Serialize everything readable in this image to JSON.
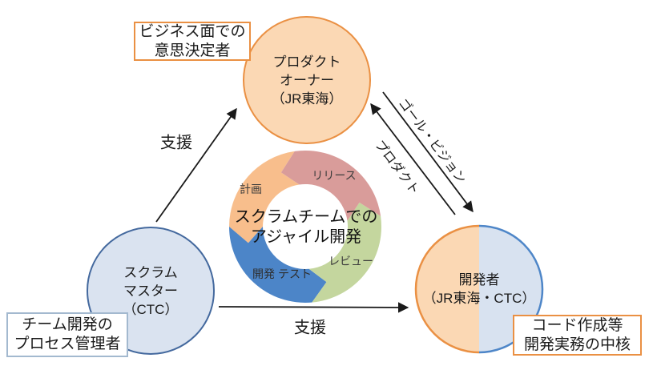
{
  "nodes": {
    "product_owner": {
      "lines": [
        "プロダクト",
        "オーナー",
        "（JR東海）"
      ]
    },
    "scrum_master": {
      "lines": [
        "スクラム",
        "マスター",
        "（CTC）"
      ]
    },
    "developer": {
      "lines": [
        "開発者",
        "（JR東海・CTC）"
      ]
    }
  },
  "callouts": {
    "business_decision": {
      "lines": [
        "ビジネス面での",
        "意思決定者"
      ]
    },
    "team_process": {
      "lines": [
        "チーム開発の",
        "プロセス管理者"
      ]
    },
    "code_core": {
      "lines": [
        "コード作成等",
        "開発実務の中核"
      ]
    }
  },
  "cycle": {
    "center_lines": [
      "スクラムチームでの",
      "アジャイル開発"
    ],
    "segments": [
      {
        "name": "plan",
        "label": "計画",
        "color": "#F8BE8C"
      },
      {
        "name": "release",
        "label": "リリース",
        "color": "#D99C9A"
      },
      {
        "name": "review",
        "label": "レビュー",
        "color": "#C4D69E"
      },
      {
        "name": "dev-test",
        "label": "開発 テスト",
        "color": "#4C85C8"
      }
    ]
  },
  "arrows": {
    "support_to_po": "支援",
    "support_to_dev": "支援",
    "goal_vision": "ゴール・ビジョン",
    "product": "プロダクト"
  },
  "colors": {
    "orange_border": "#EA9043",
    "orange_fill": "#FBD8B4",
    "blue_border": "#44699E",
    "blue_fill": "#DAE3F0",
    "dev_blue_border": "#4E86C8",
    "dev_blue_fill": "#D8E2F0",
    "arrow": "#1a1a1a"
  }
}
